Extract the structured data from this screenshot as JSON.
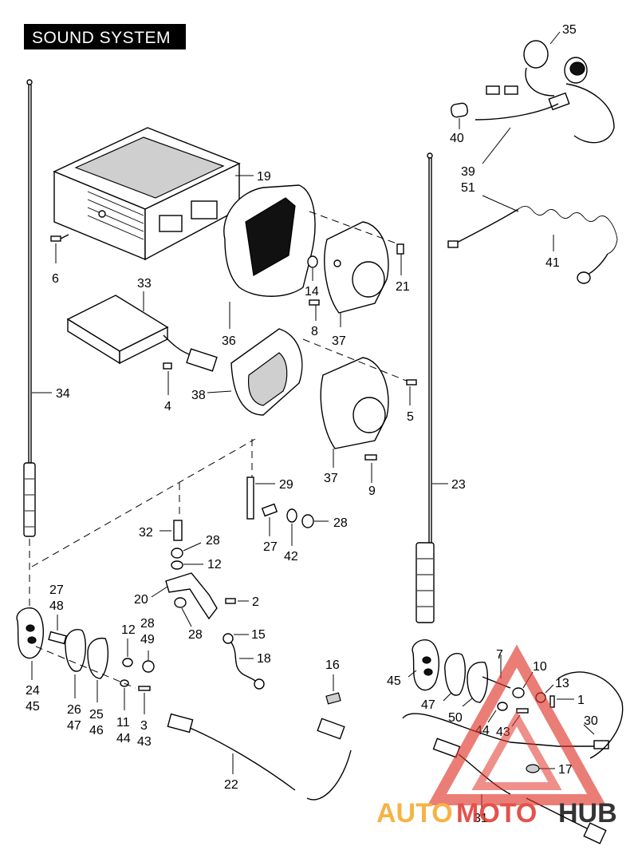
{
  "title": "SOUND SYSTEM",
  "callouts": {
    "c1": "1",
    "c2": "2",
    "c3": "3",
    "c4": "4",
    "c5": "5",
    "c6": "6",
    "c7": "7",
    "c8": "8",
    "c9": "9",
    "c10": "10",
    "c11": "11",
    "c12a": "12",
    "c12b": "12",
    "c13": "13",
    "c14": "14",
    "c15": "15",
    "c16": "16",
    "c17": "17",
    "c18": "18",
    "c19": "19",
    "c20": "20",
    "c21": "21",
    "c22": "22",
    "c23": "23",
    "c24": "24",
    "c25": "25",
    "c26": "26",
    "c27a": "27",
    "c27b": "27",
    "c28a": "28",
    "c28b": "28",
    "c28c": "28",
    "c28d": "28",
    "c29": "29",
    "c30": "30",
    "c31": "31",
    "c32": "32",
    "c33": "33",
    "c34": "34",
    "c35": "35",
    "c36": "36",
    "c37a": "37",
    "c37b": "37",
    "c38": "38",
    "c39": "39",
    "c40": "40",
    "c41": "41",
    "c42": "42",
    "c43a": "43",
    "c43b": "43",
    "c44a": "44",
    "c44b": "44",
    "c45a": "45",
    "c45b": "45",
    "c46": "46",
    "c47a": "47",
    "c47b": "47",
    "c48": "48",
    "c49": "49",
    "c50": "50",
    "c51": "51"
  },
  "watermark": {
    "part1": "AUTO",
    "part2": "MOTO",
    "part3": "HUB",
    "color_orange": "#f5a623",
    "color_red": "#e0342b"
  }
}
